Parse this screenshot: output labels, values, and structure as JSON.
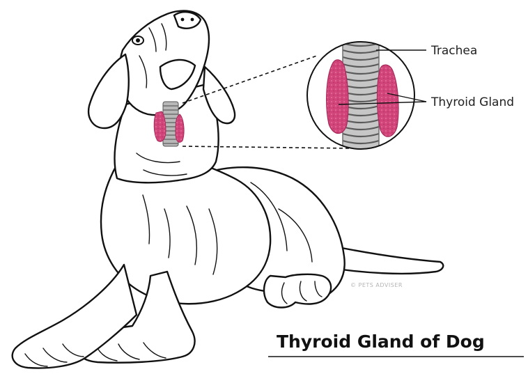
{
  "diagram": {
    "title": "Thyroid Gland of Dog",
    "callouts": {
      "trachea": "Trachea",
      "thyroid_gland": "Thyroid Gland"
    },
    "watermark": "© PETS ADVISER"
  },
  "colors": {
    "thyroid": "#d2457a",
    "thyroid_dark": "#a82a5a",
    "trachea": "#b8b8b8",
    "trachea_dark": "#6e6e6e",
    "outline": "#111111"
  }
}
